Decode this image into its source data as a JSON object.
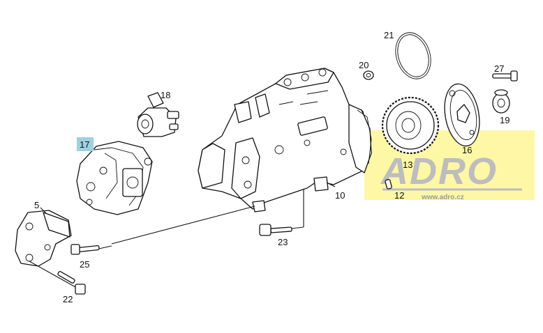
{
  "watermark": {
    "brand": "ADRO",
    "url": "www.adro.cz",
    "background": "#fdf7a6"
  },
  "highlight_color": "#9fd0e0",
  "labels": [
    {
      "id": "p17",
      "text": "17",
      "highlighted": true
    },
    {
      "id": "p18",
      "text": "18"
    },
    {
      "id": "p5",
      "text": "5"
    },
    {
      "id": "p25",
      "text": "25"
    },
    {
      "id": "p22",
      "text": "22"
    },
    {
      "id": "p23",
      "text": "23"
    },
    {
      "id": "p10",
      "text": "10"
    },
    {
      "id": "p21",
      "text": "21"
    },
    {
      "id": "p20",
      "text": "20"
    },
    {
      "id": "p13",
      "text": "13"
    },
    {
      "id": "p12",
      "text": "12"
    },
    {
      "id": "p27",
      "text": "27"
    },
    {
      "id": "p19",
      "text": "19"
    },
    {
      "id": "p16",
      "text": "16"
    }
  ]
}
